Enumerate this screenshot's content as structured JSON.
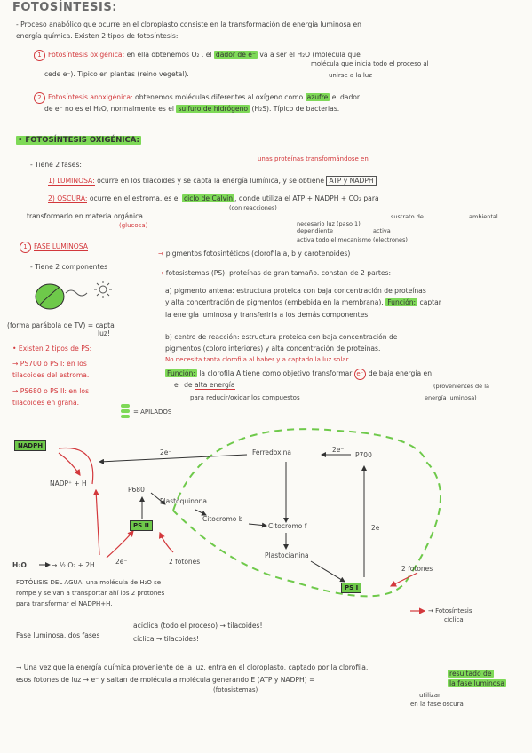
{
  "title": "FOTOSÍNTESIS:",
  "intro": {
    "line1": "- Proceso anabólico que ocurre en el cloroplasto consiste en la transformación de energía luminosa en",
    "line2": "energía química. Existen 2 tipos de fotosíntesis:",
    "type1": {
      "num": "1",
      "label": "Fotosíntesis oxigénica:",
      "text1": "en ella obtenemos O₂ . el",
      "highlight": "dador de e⁻",
      "text2": "va a ser el H₂O (molécula que",
      "note": "molécula que inicia todo el proceso al",
      "line2a": "cede e⁻). Típico en plantas (reino vegetal).",
      "line2b": "unirse a la luz"
    },
    "type2": {
      "num": "2",
      "label": "Fotosíntesis anoxigénica:",
      "text1": "obtenemos moléculas diferentes al oxígeno como",
      "highlight1": "azufre",
      "text2": "el dador",
      "line2a": "de e⁻ no es el H₂O, normalmente es el",
      "highlight2": "sulfuro de hidrógeno",
      "line2b": "(H₂S). Típico de bacterias."
    }
  },
  "section2": {
    "title": "• FOTOSÍNTESIS OXIGÉNICA:",
    "phases": "- Tiene 2 fases:",
    "note_proteins": "unas proteínas transformándose en",
    "phase1_label": "1) LUMINOSA:",
    "phase1_text": "ocurre en los tilacoides y se capta la energía lumínica, y se obtiene",
    "phase1_box": "ATP y NADPH",
    "phase2_label": "2) OSCURA:",
    "phase2_text1": "ocurre en el estroma. es el",
    "phase2_hl": "ciclo de Calvin",
    "phase2_text2": ", donde utiliza el ATP + NADPH + CO₂ para",
    "phase2_sub1": "(con reacciones)",
    "phase2_sub2": "sustrato de",
    "phase2_sub3": "ambiental",
    "phase2_line2": "transformarlo en materia orgánica.",
    "phase2_glucosa": "(glucosa)"
  },
  "luminosa": {
    "title": "FASE LUMINOSA",
    "right_note1": "necesario luz (paso 1)",
    "right_note2": "dependiente",
    "right_note3": "activa",
    "right_note4": "activa todo el mecanismo (electrones)",
    "comp_intro": "- Tiene 2 componentes",
    "comp1": "pigmentos fotosintéticos (clorofila a, b y carotenoides)",
    "comp2": "fotosistemas (PS): proteínas de gran tamaño. constan de 2 partes:",
    "antena1": "a) pigmento antena: estructura proteica con baja concentración de proteínas",
    "antena2": "y alta concentración de pigmentos (embebida en la membrana).",
    "funcion_hl": "Función:",
    "antena3": "captar",
    "antena4": "la energía luminosa y transferirla a los demás componentes.",
    "left_note1": "(forma parábola de TV) = capta",
    "left_note2": "luz!",
    "centro1": "b) centro de reacción: estructura proteica con baja concentración de",
    "centro2": "pigmentos (coloro interiores) y alta concentración de proteínas.",
    "centro3": "No necesita tanta clorofila al haber y a captado la luz solar",
    "funcion2_hl": "Función:",
    "centro4a": "la clorofila A tiene como objetivo transformar",
    "centro4b": "e⁻",
    "centro4c": "de baja energía en",
    "centro5a": "e⁻ de",
    "centro5b": "alta energía",
    "centro5c": "(provenientes de la",
    "centro6": "para reducir/oxidar los compuestos",
    "centro6b": "energía luminosa)",
    "ps_intro": "• Existen 2 tipos de PS:",
    "ps700": "→ PS700 o PS I: en los",
    "ps700b": "tilacoides del estroma.",
    "ps680": "→ PS680 o PS II: en los",
    "ps680b": "tilacoides en grana.",
    "apilados": "= APILADOS"
  },
  "diagram": {
    "nadph_box": "NADPH",
    "nadph_h": "NADP⁺ + H",
    "two_e_top": "2e⁻",
    "ferredoxina": "Ferredoxina",
    "two_e_fp": "2e⁻",
    "p700": "P700",
    "p680": "P680",
    "plastoquinona": "Plastoquinona",
    "citocromo_b": "Citocromo b",
    "citocromo_f": "Citocromo f",
    "ps2": "PS II",
    "ps1": "PS I",
    "plastocianina": "Plastocianina",
    "two_e_right": "2e⁻",
    "h2o": "H₂O",
    "h2o_products": "→ ½ O₂ + 2H",
    "two_e_left": "2e⁻",
    "fotones_left": "2 fotones",
    "fotones_right": "2 fotones",
    "fotolisis1": "FOTÓLISIS DEL AGUA: una molécula de H₂O se",
    "fotolisis2": "rompe y se van a transportar ahí los 2 protones",
    "fotolisis3": "para transformar el NADPH+H.",
    "ciclica1": "→ Fotosíntesis",
    "ciclica2": "cíclica"
  },
  "fases": {
    "intro": "Fase luminosa, dos fases",
    "aciclica": "acíclica (todo el proceso) → tilacoides!",
    "ciclica": "cíclica → tilacoides!"
  },
  "conclusion": {
    "line1": "→ Una vez que la energía química proveniente de la luz, entra en el cloroplasto, captado por la clorofila,",
    "line2a": "esos fotones de luz → e⁻ y saltan de molécula a molécula generando E (ATP y NADPH) =",
    "hl": "resultado de",
    "line2b": "la fase luminosa",
    "sub1": "(fotosistemas)",
    "sub2": "utilizar",
    "sub3": "en la fase oscura"
  }
}
